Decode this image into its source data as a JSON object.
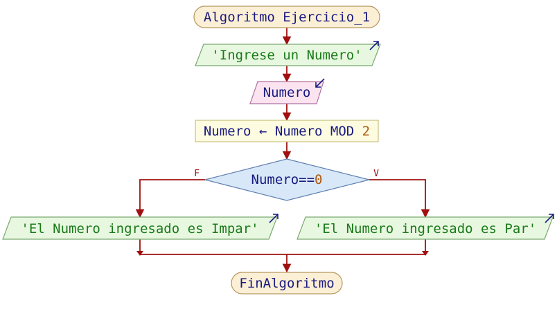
{
  "flowchart": {
    "start": {
      "text": "Algoritmo Ejercicio_1"
    },
    "output_prompt": {
      "text": "'Ingrese un Numero'"
    },
    "input_read": {
      "text": "Numero"
    },
    "assignment": {
      "target": "Numero",
      "arrow": " ← ",
      "expression": "Numero MOD ",
      "literal": "2"
    },
    "decision": {
      "variable": "Numero==",
      "literal": "0",
      "false_label": "F",
      "true_label": "V"
    },
    "output_false": {
      "text": "'El Numero ingresado es Impar'"
    },
    "output_true": {
      "text": "'El Numero ingresado es Par'"
    },
    "end": {
      "text": "FinAlgoritmo"
    }
  },
  "colors": {
    "arrow": "#a01010",
    "text_navy": "#1a1a80",
    "text_green": "#1a7a1a",
    "literal": "#b05a10",
    "terminal_fill": "#fbefd6",
    "terminal_stroke": "#b8965c",
    "output_fill": "#e8f8e0",
    "output_stroke": "#7aa870",
    "input_fill": "#fbe4f0",
    "input_stroke": "#b070a0",
    "process_fill": "#fdfbe0",
    "process_stroke": "#c8c080",
    "decision_fill": "#d8e8f8",
    "decision_stroke": "#6080b0"
  }
}
